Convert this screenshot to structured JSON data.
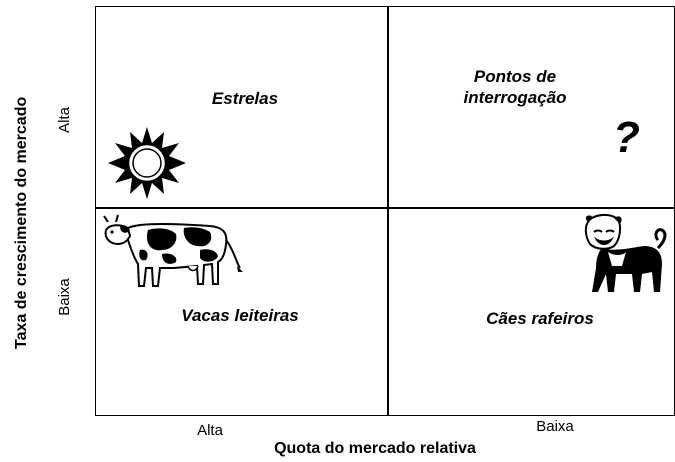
{
  "quadrants": {
    "stars": "Estrelas",
    "question_marks_line1": "Pontos de",
    "question_marks_line2": "interrogação",
    "question_symbol": "?",
    "cash_cows": "Vacas leiteiras",
    "dogs": "Cães rafeiros"
  },
  "y_axis": {
    "title": "Taxa de crescimento do mercado",
    "high": "Alta",
    "low": "Baixa"
  },
  "x_axis": {
    "title": "Quota do mercado relativa",
    "high": "Alta",
    "low": "Baixa"
  },
  "icons": [
    "sun-icon",
    "cow-icon",
    "dog-icon"
  ]
}
